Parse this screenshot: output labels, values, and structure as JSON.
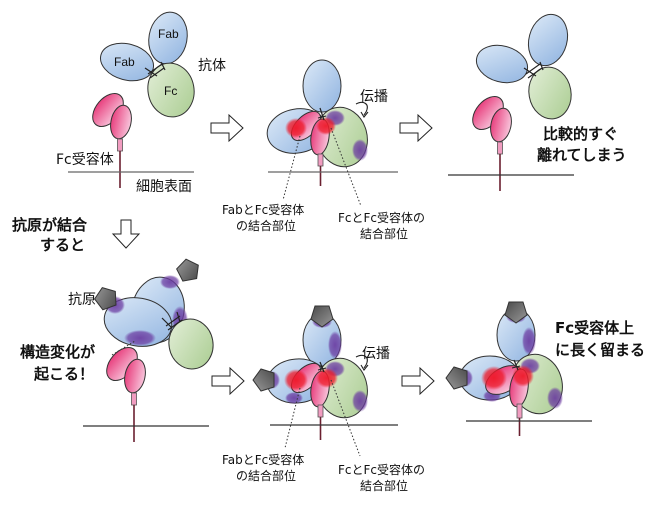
{
  "colors": {
    "fab_blue": "#a9c6e8",
    "fc_green": "#c3dcb0",
    "receptor_pink": "#ee6ea4",
    "binding_red": "#ee2233",
    "conformation_purple": "#7040a0",
    "antigen_gray": "#6b6b6b"
  },
  "top_row": {
    "antibody_label": "抗体",
    "fab_label_1": "Fab",
    "fab_label_2": "Fab",
    "fc_label": "Fc",
    "receptor_label": "Fc受容体",
    "cell_surface_label": "細胞表面",
    "propagation_label": "伝播",
    "fab_receptor_site": [
      "Fabとfc受容体",
      "の結合部位"
    ],
    "fc_receptor_site": [
      "FcとFc受容体の",
      "結合部位"
    ],
    "outcome_label": [
      "比較的すぐ",
      "離れてしまう"
    ]
  },
  "transition": {
    "label": [
      "抗原が結合",
      "すると"
    ]
  },
  "bottom_row": {
    "antigen_label": "抗原",
    "conformation_label": [
      "構造変化が",
      "起こる！"
    ],
    "propagation_label": "伝播",
    "fab_receptor_site": [
      "FabとFc受容体",
      "の結合部位"
    ],
    "fc_receptor_site": [
      "FcとFc受容体の",
      "結合部位"
    ],
    "outcome_label": [
      "Fc受容体上",
      "に長く留まる"
    ]
  }
}
